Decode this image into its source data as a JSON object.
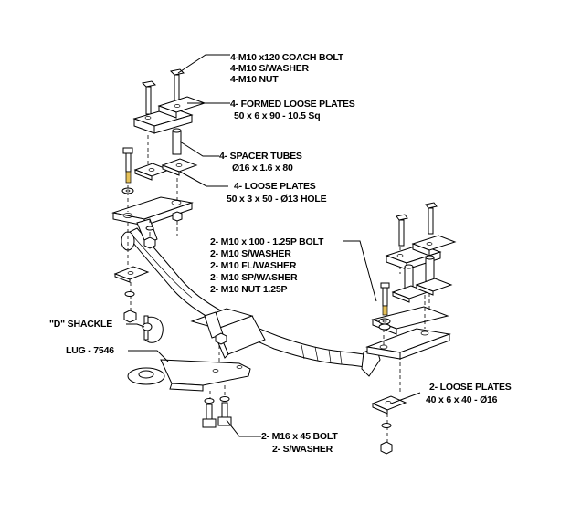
{
  "labels": {
    "coach_bolt": [
      "4-M10 x120 COACH BOLT",
      "4-M10 S/WASHER",
      "4-M10  NUT"
    ],
    "formed_plates": [
      "4- FORMED LOOSE PLATES",
      "50 x 6 x 90 - 10.5 Sq"
    ],
    "spacer_tubes": [
      "4- SPACER TUBES",
      "Ø16 x 1.6 x 80"
    ],
    "loose_plates_4": [
      "4- LOOSE PLATES",
      "50 x 3 x 50 - Ø13 HOLE"
    ],
    "m10_100_bolt": [
      "2- M10 x 100 - 1.25P BOLT",
      "2- M10 S/WASHER",
      "2- M10 FL/WASHER",
      "2- M10 SP/WASHER",
      "2- M10 NUT 1.25P"
    ],
    "d_shackle": "\"D\" SHACKLE",
    "lug": "LUG - 7546",
    "loose_plates_2": [
      "2- LOOSE PLATES",
      "40 x 6 x 40 - Ø16"
    ],
    "m16_bolt": [
      "2- M16 x 45 BOLT",
      "2- S/WASHER"
    ]
  }
}
